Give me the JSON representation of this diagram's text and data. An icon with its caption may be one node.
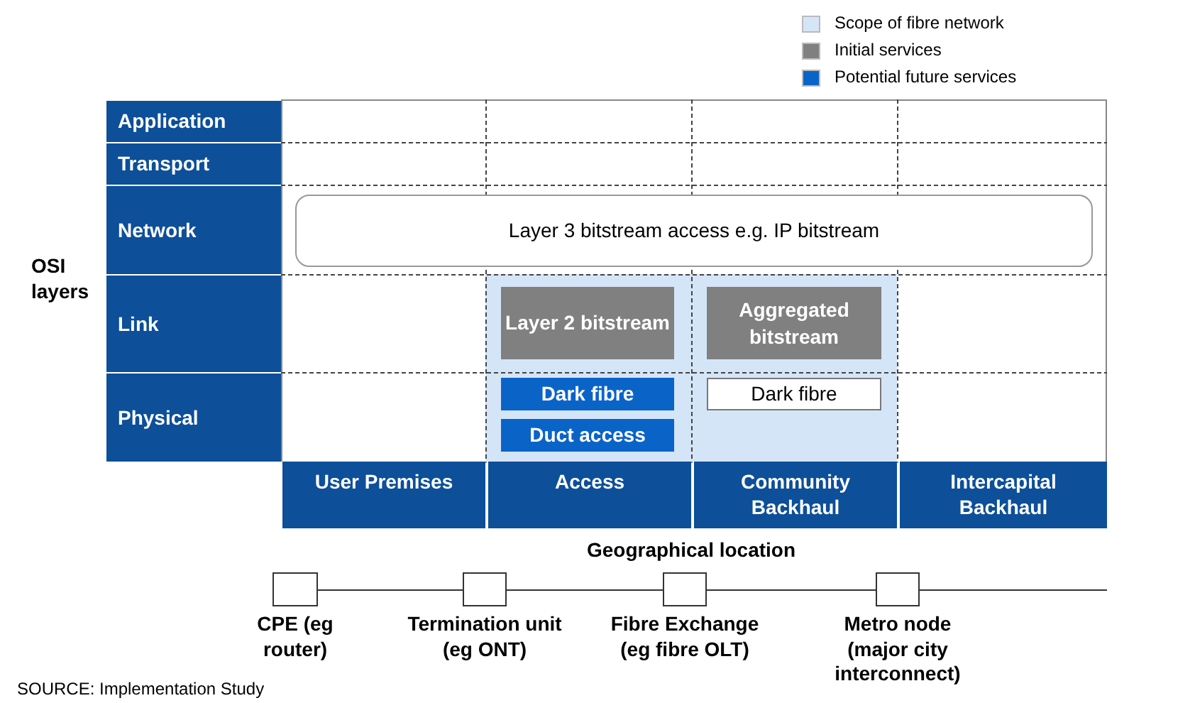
{
  "diagram": {
    "nodes": [
      {
        "text": [
          "Application"
        ]
      },
      {
        "text": [
          "Transport"
        ]
      },
      {
        "text": [
          "Network"
        ]
      },
      {
        "text": [
          "Link"
        ]
      },
      {
        "text": [
          "Physical"
        ]
      },
      {
        "text": [
          "Layer 3 bitstream access e.g. IP bitstream"
        ]
      },
      {
        "text": [
          "Layer 2 bitstream"
        ]
      },
      {
        "text": [
          "Aggregated bitstream"
        ]
      },
      {
        "text": [
          "Dark fibre"
        ]
      },
      {
        "text": [
          "Duct access"
        ]
      },
      {
        "text": [
          "Dark fibre"
        ]
      },
      {
        "text": [
          "User Premises"
        ]
      },
      {
        "text": [
          "Access"
        ]
      },
      {
        "text": [
          "Community Backhaul"
        ]
      },
      {
        "text": [
          "Intercapital Backhaul"
        ]
      },
      {
        "text": [],
        "shape": "box",
        "beside": [
          "CPE (eg router)"
        ]
      },
      {
        "text": [],
        "shape": "box",
        "beside": [
          "Termination unit (eg ONT)"
        ]
      },
      {
        "text": [],
        "shape": "box",
        "beside": [
          "Fibre Exchange (eg fibre OLT)"
        ]
      },
      {
        "text": [],
        "shape": "box",
        "beside": [
          "Metro node (major city interconnect)"
        ]
      }
    ],
    "edges": [
      {
        "from": 15,
        "to": 16,
        "arrow": "none"
      },
      {
        "from": 16,
        "to": 17,
        "arrow": "none"
      },
      {
        "from": 17,
        "to": 18,
        "arrow": "none"
      },
      {
        "from": 18,
        "to": null,
        "arrow": "none"
      }
    ],
    "labels": [
      "OSI layers",
      "Geographical location",
      "SOURCE: Implementation Study"
    ],
    "legend": [
      {
        "text": "Scope of fibre network",
        "color": "#d5e5f8"
      },
      {
        "text": "Initial services",
        "color": "#808080"
      },
      {
        "text": "Potential future services",
        "color": "#0a64c8"
      }
    ]
  }
}
